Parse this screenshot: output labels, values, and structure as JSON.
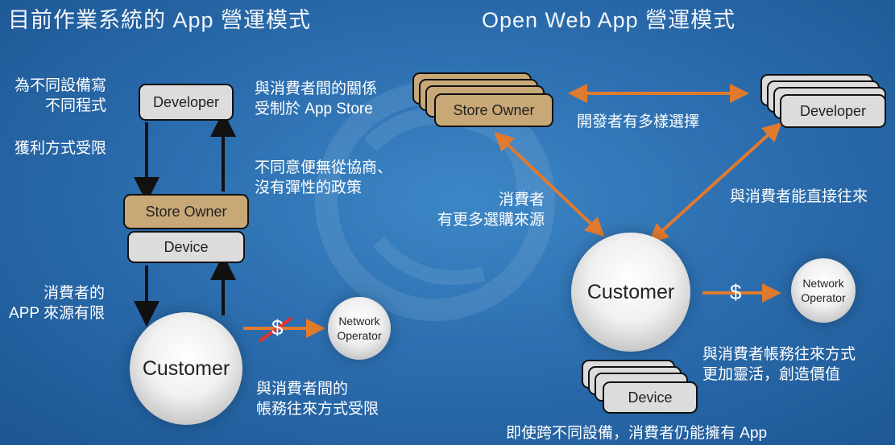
{
  "left": {
    "title": "目前作業系統的 App 營運模式",
    "note_devices_1": "為不同設備寫",
    "note_devices_2": "不同程式",
    "note_profit": "獲利方式受限",
    "note_appstore_1": "與消費者間的關係",
    "note_appstore_2": "受制於 App Store",
    "note_policy_1": "不同意便無從協商、",
    "note_policy_2": "沒有彈性的政策",
    "note_source_1": "消費者的",
    "note_source_2": "APP 來源有限",
    "note_billing_1": "與消費者間的",
    "note_billing_2": "帳務往來方式受限",
    "developer": "Developer",
    "store_owner": "Store Owner",
    "device": "Device",
    "customer": "Customer",
    "network_1": "Network",
    "network_2": "Operator",
    "dollar": "$"
  },
  "right": {
    "title": "Open Web App 營運模式",
    "store_owner": "Store Owner",
    "developer": "Developer",
    "note_choices": "開發者有多樣選擇",
    "note_sources_1": "消費者",
    "note_sources_2": "有更多選購來源",
    "note_direct": "與消費者能直接往來",
    "customer": "Customer",
    "dollar": "$",
    "network_1": "Network",
    "network_2": "Operator",
    "note_billing_1": "與消費者帳務往來方式",
    "note_billing_2": "更加靈活，創造價值",
    "device": "Device",
    "note_devices": "即使跨不同設備，消費者仍能擁有 App"
  },
  "colors": {
    "arrow_orange": "#e07a2e",
    "arrow_black": "#111111",
    "box_gray": "#dcdcdc",
    "box_tan": "#c8a877",
    "strike_red": "#e8322b"
  }
}
